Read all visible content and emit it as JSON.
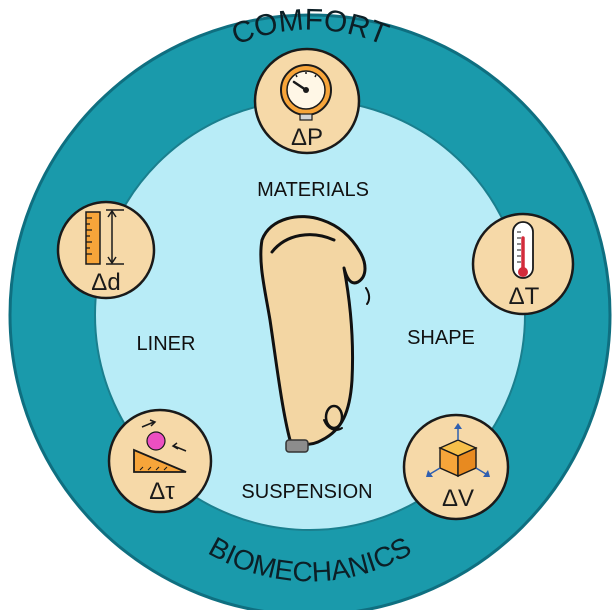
{
  "outer_ring": {
    "top_label": "COMFORT",
    "bottom_label": "BIOMECHANICS",
    "color": "#1a9aab"
  },
  "inner_circle": {
    "color": "#b8ecf7",
    "labels": {
      "top": "MATERIALS",
      "left": "LINER",
      "right": "SHAPE",
      "bottom": "SUSPENSION"
    }
  },
  "badges": [
    {
      "icon": "pressure-gauge-icon",
      "label": "ΔP"
    },
    {
      "icon": "ruler-icon",
      "label": "Δd"
    },
    {
      "icon": "thermometer-icon",
      "label": "ΔT"
    },
    {
      "icon": "shear-ramp-icon",
      "label": "Δτ"
    },
    {
      "icon": "volume-cube-icon",
      "label": "ΔV"
    }
  ],
  "badge_fill": "#f6d9a8",
  "limb_fill": "#f3d6a3"
}
